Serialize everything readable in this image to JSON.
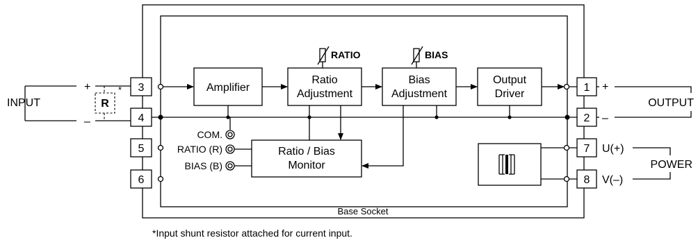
{
  "diagram": {
    "input_label": "INPUT",
    "output_label": "OUTPUT",
    "power_label": "POWER",
    "plus": "+",
    "minus": "–",
    "shunt_resistor": "R",
    "asterisk": "*",
    "left_terminals": [
      "3",
      "4",
      "5",
      "6"
    ],
    "right_terminals": [
      "1",
      "2",
      "7",
      "8"
    ],
    "power_terminal_labels": [
      "U(+)",
      "V(–)"
    ],
    "blocks": {
      "amplifier": [
        "Amplifier"
      ],
      "ratio_adjustment": [
        "Ratio",
        "Adjustment"
      ],
      "bias_adjustment": [
        "Bias",
        "Adjustment"
      ],
      "output_driver": [
        "Output",
        "Driver"
      ],
      "monitor": [
        "Ratio / Bias",
        "Monitor"
      ]
    },
    "pot_labels": {
      "ratio": "RATIO",
      "bias": "BIAS"
    },
    "jacks": [
      "COM.",
      "RATIO (R)",
      "BIAS (B)"
    ],
    "base_socket_label": "Base Socket",
    "footnote": "*Input shunt resistor attached for current input."
  }
}
